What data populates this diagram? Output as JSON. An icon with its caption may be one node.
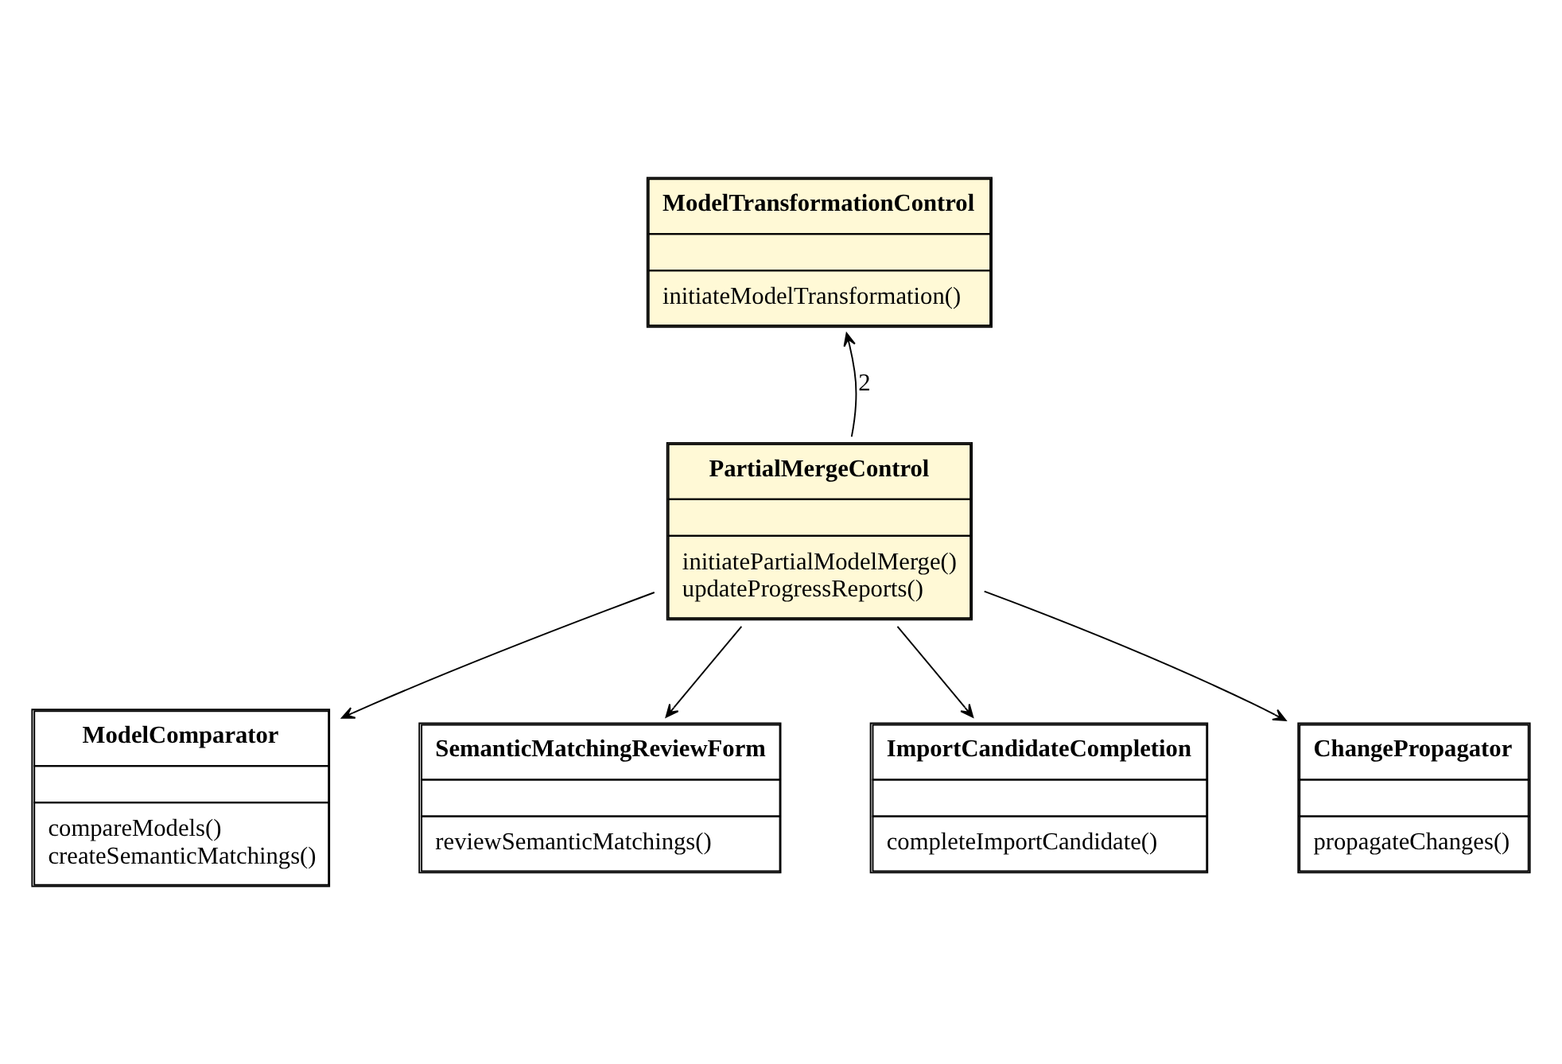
{
  "diagram": {
    "nodes": [
      {
        "text": [
          "ModelTransformationControl",
          "initiateModelTransformation()"
        ]
      },
      {
        "text": [
          "PartialMergeControl",
          "initiatePartialModelMerge()",
          "updateProgressReports()"
        ]
      },
      {
        "text": [
          "ModelComparator",
          "compareModels()",
          "createSemanticMatchings()"
        ]
      },
      {
        "text": [
          "SemanticMatchingReviewForm",
          "reviewSemanticMatchings()"
        ]
      },
      {
        "text": [
          "ImportCandidateCompletion",
          "completeImportCandidate()"
        ]
      },
      {
        "text": [
          "ChangePropagator",
          "propagateChanges()"
        ]
      }
    ],
    "edges": [
      {
        "from": 1,
        "to": 0,
        "arrow": "to",
        "label": "2"
      },
      {
        "from": 1,
        "to": 2,
        "arrow": "to"
      },
      {
        "from": 1,
        "to": 3,
        "arrow": "to"
      },
      {
        "from": 1,
        "to": 4,
        "arrow": "to"
      },
      {
        "from": 1,
        "to": 5,
        "arrow": "to"
      }
    ]
  }
}
